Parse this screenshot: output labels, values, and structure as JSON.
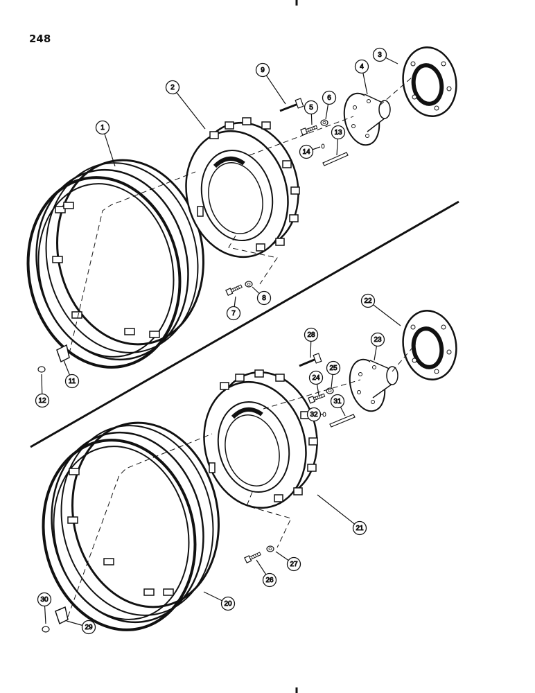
{
  "page_number": "248",
  "callouts": [
    {
      "id": "c1",
      "label": "1"
    },
    {
      "id": "c2",
      "label": "2"
    },
    {
      "id": "c3",
      "label": "3"
    },
    {
      "id": "c4",
      "label": "4"
    },
    {
      "id": "c5",
      "label": "5"
    },
    {
      "id": "c6",
      "label": "6"
    },
    {
      "id": "c7",
      "label": "7"
    },
    {
      "id": "c8",
      "label": "8"
    },
    {
      "id": "c9",
      "label": "9"
    },
    {
      "id": "c11",
      "label": "11"
    },
    {
      "id": "c12",
      "label": "12"
    },
    {
      "id": "c13",
      "label": "13"
    },
    {
      "id": "c14",
      "label": "14"
    },
    {
      "id": "c20",
      "label": "20"
    },
    {
      "id": "c21",
      "label": "21"
    },
    {
      "id": "c22",
      "label": "22"
    },
    {
      "id": "c23",
      "label": "23"
    },
    {
      "id": "c24",
      "label": "24"
    },
    {
      "id": "c25",
      "label": "25"
    },
    {
      "id": "c26",
      "label": "26"
    },
    {
      "id": "c27",
      "label": "27"
    },
    {
      "id": "c28",
      "label": "28"
    },
    {
      "id": "c29",
      "label": "29"
    },
    {
      "id": "c30",
      "label": "30"
    },
    {
      "id": "c31",
      "label": "31"
    },
    {
      "id": "c32",
      "label": "32"
    }
  ]
}
